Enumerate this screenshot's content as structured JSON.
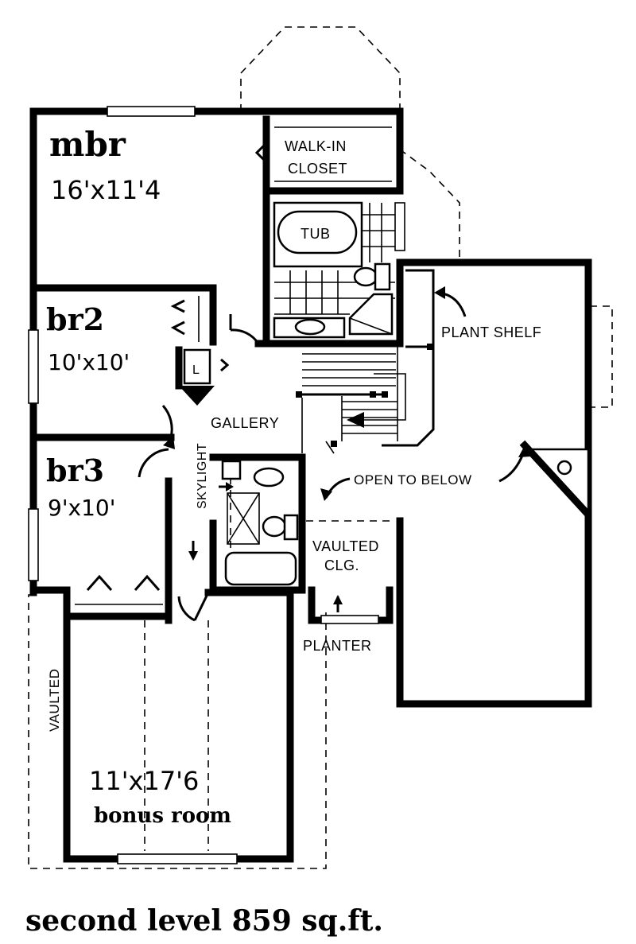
{
  "plan": {
    "caption": "second level 859 sq.ft.",
    "rooms": {
      "mbr": {
        "name": "mbr",
        "size": "16'x11'4"
      },
      "br2": {
        "name": "br2",
        "size": "10'x10'"
      },
      "br3": {
        "name": "br3",
        "size": "9'x10'"
      },
      "bonus": {
        "name": "bonus room",
        "size": "11'x17'6"
      }
    },
    "labels": {
      "walk_in_1": "WALK-IN",
      "walk_in_2": "CLOSET",
      "tub": "TUB",
      "plant_shelf": "PLANT SHELF",
      "linen": "L",
      "gallery": "GALLERY",
      "skylight": "SKYLIGHT",
      "open_to_below": "OPEN TO BELOW",
      "vaulted_clg_1": "VAULTED",
      "vaulted_clg_2": "CLG.",
      "planter": "PLANTER",
      "vaulted_side": "VAULTED"
    }
  }
}
